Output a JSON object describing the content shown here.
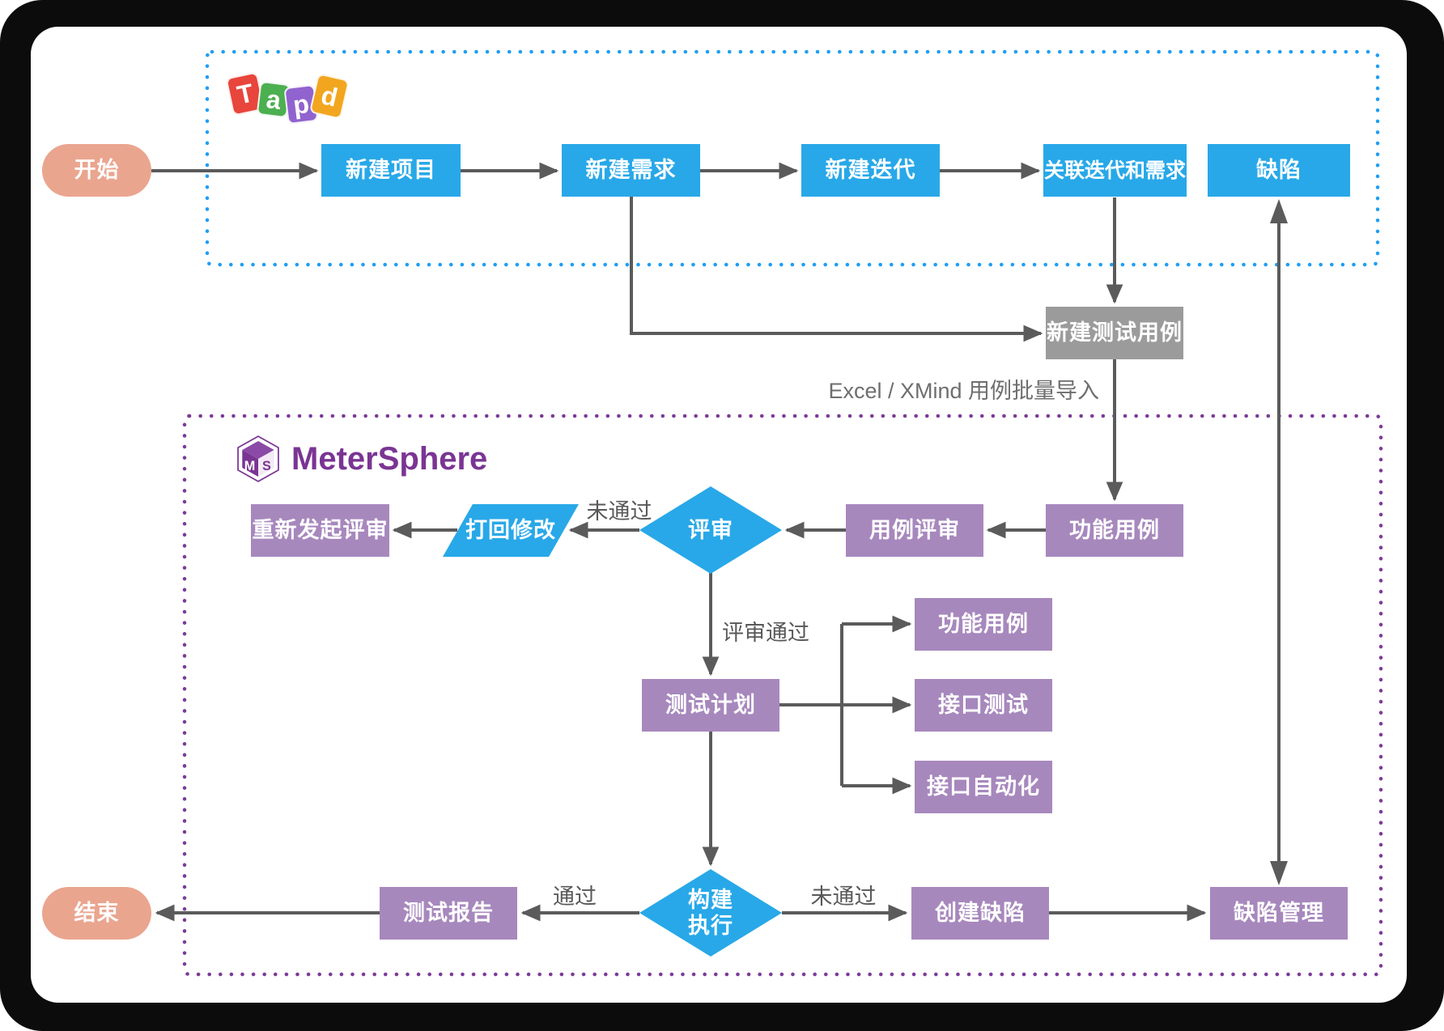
{
  "colors": {
    "process_blue": "#28A8E8",
    "process_purple": "#A788BD",
    "process_gray": "#9B9B9B",
    "terminator_salmon": "#EAA58F",
    "arrow_gray": "#5B5B5B",
    "tapd_section_border": "#1E9EF4",
    "metersphere_section_border": "#7C3A99",
    "metersphere_brand": "#7A3593",
    "tapd_tile_red": "#E8453C",
    "tapd_tile_green": "#4CAF50",
    "tapd_tile_purple": "#9163CF",
    "tapd_tile_orange": "#F2A61F"
  },
  "tapd": {
    "logo": {
      "letters": [
        {
          "char": "T",
          "color": "#E8453C"
        },
        {
          "char": "a",
          "color": "#4CAF50"
        },
        {
          "char": "p",
          "color": "#9163CF"
        },
        {
          "char": "d",
          "color": "#F2A61F"
        }
      ]
    },
    "nodes": {
      "start": "开始",
      "create_project": "新建项目",
      "create_requirement": "新建需求",
      "create_iteration": "新建迭代",
      "link_iteration_requirement": "关联迭代和需求",
      "defect": "缺陷"
    }
  },
  "bridge": {
    "create_test_case": "新建测试用例",
    "import_label": "Excel / XMind 用例批量导入"
  },
  "metersphere": {
    "logo_text": "MeterSphere",
    "cube_m": "M",
    "cube_s": "S",
    "nodes": {
      "restart_review": "重新发起评审",
      "send_back": "打回修改",
      "review": "评审",
      "case_review": "用例评审",
      "functional_case": "功能用例",
      "test_plan": "测试计划",
      "functional_case_2": "功能用例",
      "api_test": "接口测试",
      "api_automation": "接口自动化",
      "build_execute_line1": "构建",
      "build_execute_line2": "执行",
      "test_report": "测试报告",
      "create_defect": "创建缺陷",
      "defect_management": "缺陷管理",
      "end": "结束"
    },
    "edge_labels": {
      "not_passed_review": "未通过",
      "review_passed": "评审通过",
      "passed": "通过",
      "not_passed_build": "未通过"
    }
  }
}
